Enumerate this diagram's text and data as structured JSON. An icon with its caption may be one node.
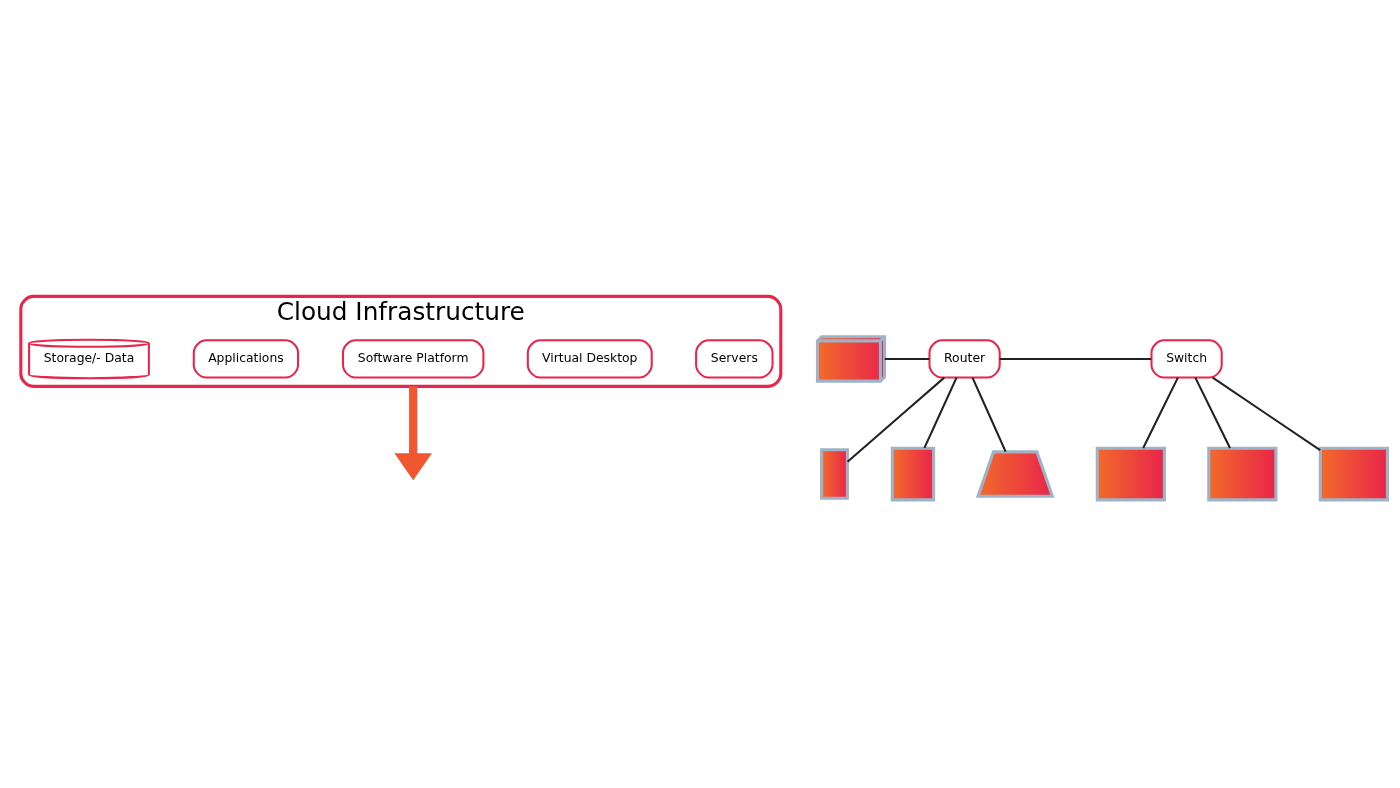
{
  "diagram": {
    "nodes": [
      {
        "text": [
          "Cloud Infrastructure"
        ]
      },
      {
        "text": [
          "Servers"
        ],
        "in": 0
      },
      {
        "text": [
          "Virtual Desktop"
        ],
        "in": 0
      },
      {
        "text": [
          "Software Platform"
        ],
        "in": 0
      },
      {
        "text": [
          "Applications"
        ],
        "in": 0
      },
      {
        "text": [
          "Storage/- Data"
        ],
        "in": 0
      },
      {
        "text": [],
        "shape": "printer"
      },
      {
        "text": [
          "Router"
        ]
      },
      {
        "text": [
          "Switch"
        ]
      },
      {
        "text": [],
        "shape": "phone"
      },
      {
        "text": [],
        "shape": "tablet"
      },
      {
        "text": [],
        "shape": "laptop"
      },
      {
        "text": [],
        "shape": "monitor"
      },
      {
        "text": [],
        "shape": "monitor"
      },
      {
        "text": [],
        "shape": "monitor"
      }
    ],
    "edges": [
      {
        "from": 0,
        "to": null,
        "arrow": "to",
        "style": "thick",
        "color": "#f0562f"
      },
      {
        "from": 6,
        "to": 7,
        "arrow": "none"
      },
      {
        "from": 7,
        "to": 8,
        "arrow": "none"
      },
      {
        "from": 7,
        "to": 9,
        "arrow": "none"
      },
      {
        "from": 7,
        "to": 10,
        "arrow": "none"
      },
      {
        "from": 7,
        "to": 11,
        "arrow": "none"
      },
      {
        "from": 8,
        "to": 12,
        "arrow": "none"
      },
      {
        "from": 8,
        "to": 13,
        "arrow": "none"
      },
      {
        "from": 8,
        "to": 14,
        "arrow": "none"
      }
    ]
  }
}
